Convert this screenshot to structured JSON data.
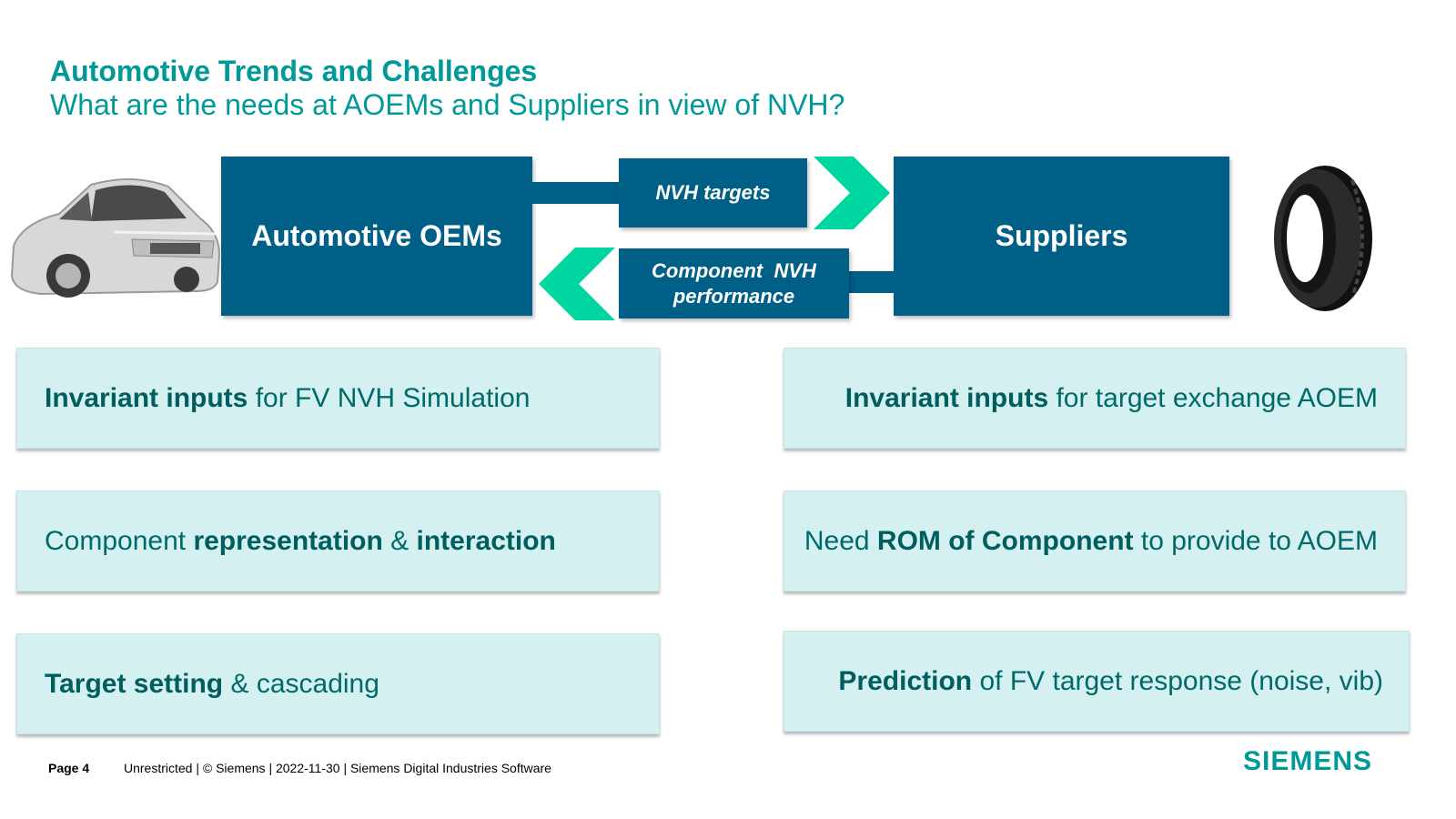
{
  "header": {
    "title": "Automotive Trends and Challenges",
    "subtitle": "What are the needs at AOEMs and Suppliers in view of NVH?"
  },
  "flow": {
    "oem_label": "Automotive OEMs",
    "supplier_label": "Suppliers",
    "targets_label": "NVH targets",
    "performance_line1": "Component  NVH",
    "performance_line2": "performance",
    "arrow_color": "#00d7a0"
  },
  "images": {
    "car": "car-image",
    "tire": "tire-image"
  },
  "left_cards": [
    {
      "b1": "Invariant inputs",
      "t1": " for FV NVH Simulation"
    },
    {
      "t0": "Component ",
      "b1": "representation",
      "t1": " & ",
      "b2": "interaction"
    },
    {
      "b1": "Target setting",
      "t1": " & cascading"
    }
  ],
  "right_cards": [
    {
      "b1": "Invariant inputs",
      "t1": " for target exchange AOEM"
    },
    {
      "t0": "Need ",
      "b1": "ROM of Component",
      "t1": " to provide to AOEM"
    },
    {
      "b1": "Prediction",
      "t1": " of FV target response (noise, vib)"
    }
  ],
  "footer": {
    "page": "Page 4",
    "info": "Unrestricted | © Siemens | 2022-11-30 | Siemens Digital Industries Software",
    "logo": "SIEMENS"
  },
  "colors": {
    "accent": "#009999",
    "box": "#005f87",
    "card": "#d4f0f0"
  }
}
